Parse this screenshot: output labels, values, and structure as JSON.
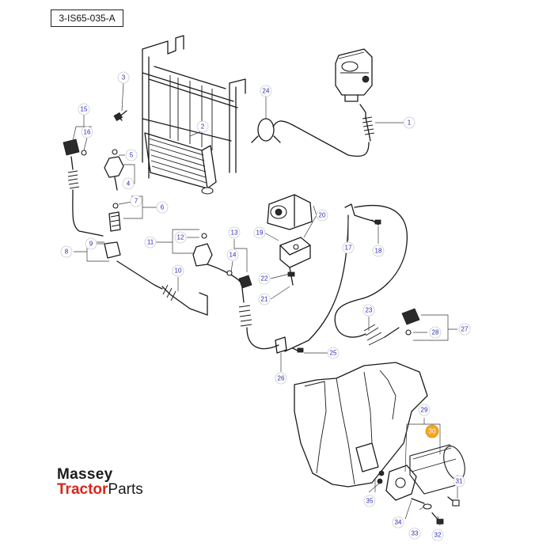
{
  "diagram": {
    "reference_code": "3-IS65-035-A",
    "callouts": [
      {
        "number": "1"
      },
      {
        "number": "2"
      },
      {
        "number": "3"
      },
      {
        "number": "4"
      },
      {
        "number": "5"
      },
      {
        "number": "6"
      },
      {
        "number": "7"
      },
      {
        "number": "8"
      },
      {
        "number": "9"
      },
      {
        "number": "10"
      },
      {
        "number": "11"
      },
      {
        "number": "12"
      },
      {
        "number": "13"
      },
      {
        "number": "14"
      },
      {
        "number": "15"
      },
      {
        "number": "16"
      },
      {
        "number": "17"
      },
      {
        "number": "18"
      },
      {
        "number": "19"
      },
      {
        "number": "20"
      },
      {
        "number": "21"
      },
      {
        "number": "22"
      },
      {
        "number": "23"
      },
      {
        "number": "24"
      },
      {
        "number": "25"
      },
      {
        "number": "26"
      },
      {
        "number": "27"
      },
      {
        "number": "28"
      },
      {
        "number": "29"
      },
      {
        "number": "30",
        "highlighted": true
      },
      {
        "number": "31"
      },
      {
        "number": "32"
      },
      {
        "number": "33"
      },
      {
        "number": "34"
      },
      {
        "number": "35"
      }
    ]
  },
  "logo": {
    "line1": "Massey",
    "line2_brand": "Tractor",
    "line2_suffix": "Parts",
    "brand_color": "#d8261c"
  },
  "colors": {
    "callout_text": "#2a2ab8",
    "highlight": "#f5a623",
    "line": "#1a1a1a"
  }
}
